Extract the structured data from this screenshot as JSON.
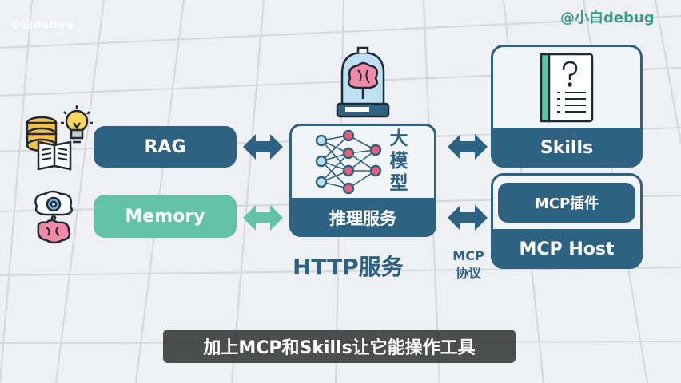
{
  "watermark": "小白debug",
  "brand": "@小白debug",
  "left_nodes": {
    "rag": "RAG",
    "memory": "Memory"
  },
  "center": {
    "model_label": "大模型",
    "model_chars": [
      "大",
      "模",
      "型"
    ],
    "service_label": "推理服务",
    "http_label": "HTTP服务"
  },
  "right_nodes": {
    "skills": "Skills",
    "mcp_plugin": "MCP插件",
    "mcp_host": "MCP Host",
    "protocol_line1": "MCP",
    "protocol_line2": "协议"
  },
  "subtitle": "加上MCP和Skills让它能操作工具",
  "icons": [
    "database-book-icon",
    "lightbulb-icon",
    "brain-memory-icon",
    "brain-in-jar-icon",
    "neural-network-icon",
    "document-question-icon"
  ],
  "colors": {
    "primary": "#2e6283",
    "accent": "#62c2a6",
    "brand": "#3b9c8e"
  }
}
